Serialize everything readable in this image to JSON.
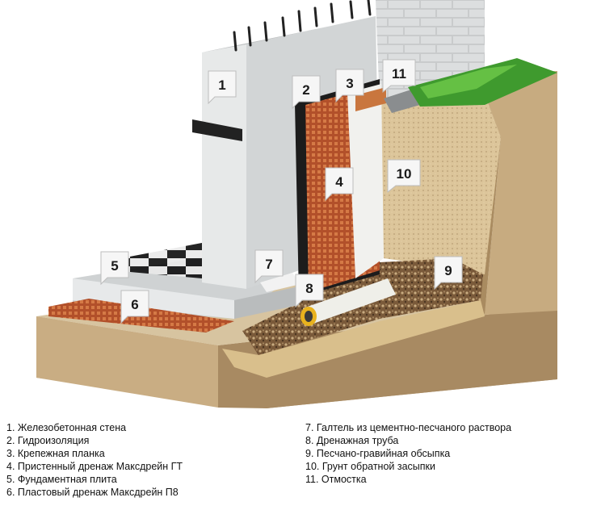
{
  "callouts": [
    "1",
    "2",
    "3",
    "4",
    "5",
    "6",
    "7",
    "8",
    "9",
    "10",
    "11"
  ],
  "legend": {
    "left": [
      "1. Железобетонная стена",
      "2. Гидроизоляция",
      "3. Крепежная планка",
      "4. Пристенный дренаж Максдрейн ГТ",
      "5. Фундаментная плита",
      "6. Пластовый дренаж Максдрейн П8"
    ],
    "right": [
      "7. Галтель из цементно-песчаного раствора",
      "8. Дренажная труба",
      "9. Песчано-гравийная обсыпка",
      "10. Грунт обратной засыпки",
      "11. Отмостка"
    ]
  },
  "colors": {
    "concrete": "#d9dcdd",
    "waterproofing": "#1c1c1c",
    "drain_membrane": "#b2502a",
    "sand": "#dcc59a",
    "soil": "#c9b18a",
    "grass": "#3f9a2e",
    "pipe": "#e8b21e"
  }
}
